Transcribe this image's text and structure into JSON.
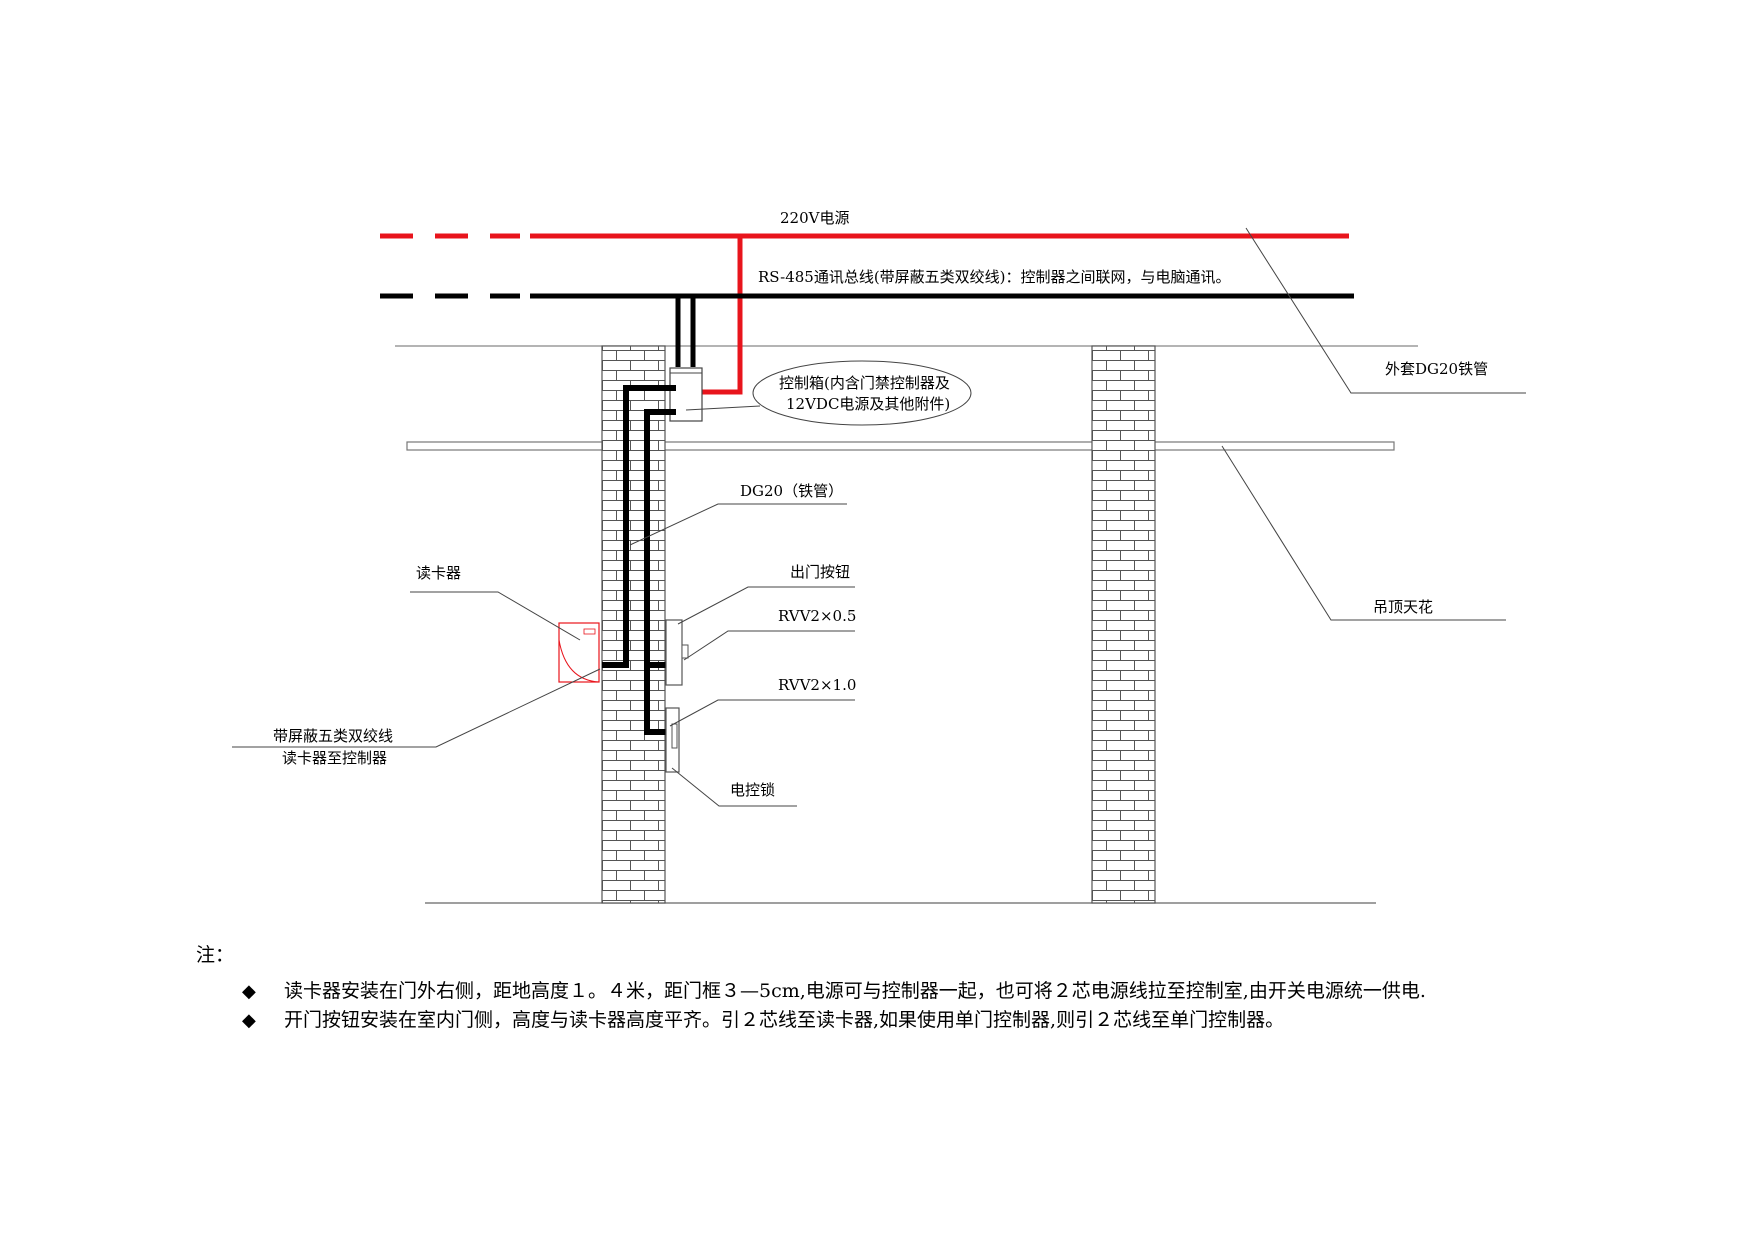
{
  "colors": {
    "power": "#e8141c",
    "cable": "#000000",
    "reader": "#e8141c"
  },
  "labels": {
    "power": "220V电源",
    "rs485": "RS-485通讯总线(带屏蔽五类双绞线)：控制器之间联网，与电脑通讯。",
    "conduit_outer": "外套DG20铁管",
    "control_box_line1": "控制箱(内含门禁控制器及",
    "control_box_line2": "12VDC电源及其他附件)",
    "conduit": "DG20（铁管）",
    "ceiling": "吊顶天花",
    "reader": "读卡器",
    "exit_button": "出门按钮",
    "rvv05": "RVV2×0.5",
    "rvv10": "RVV2×1.0",
    "twisted_line1": "带屏蔽五类双绞线",
    "twisted_line2": "读卡器至控制器",
    "lock": "电控锁"
  },
  "notes": {
    "title": "注：",
    "bullet": "◆",
    "items": [
      "读卡器安装在门外右侧，距地高度１。４米，距门框３—5cm,电源可与控制器一起，也可将２芯电源线拉至控制室,由开关电源统一供电.",
      "开门按钮安装在室内门侧，高度与读卡器高度平齐。引２芯线至读卡器,如果使用单门控制器,则引２芯线至单门控制器。"
    ]
  }
}
